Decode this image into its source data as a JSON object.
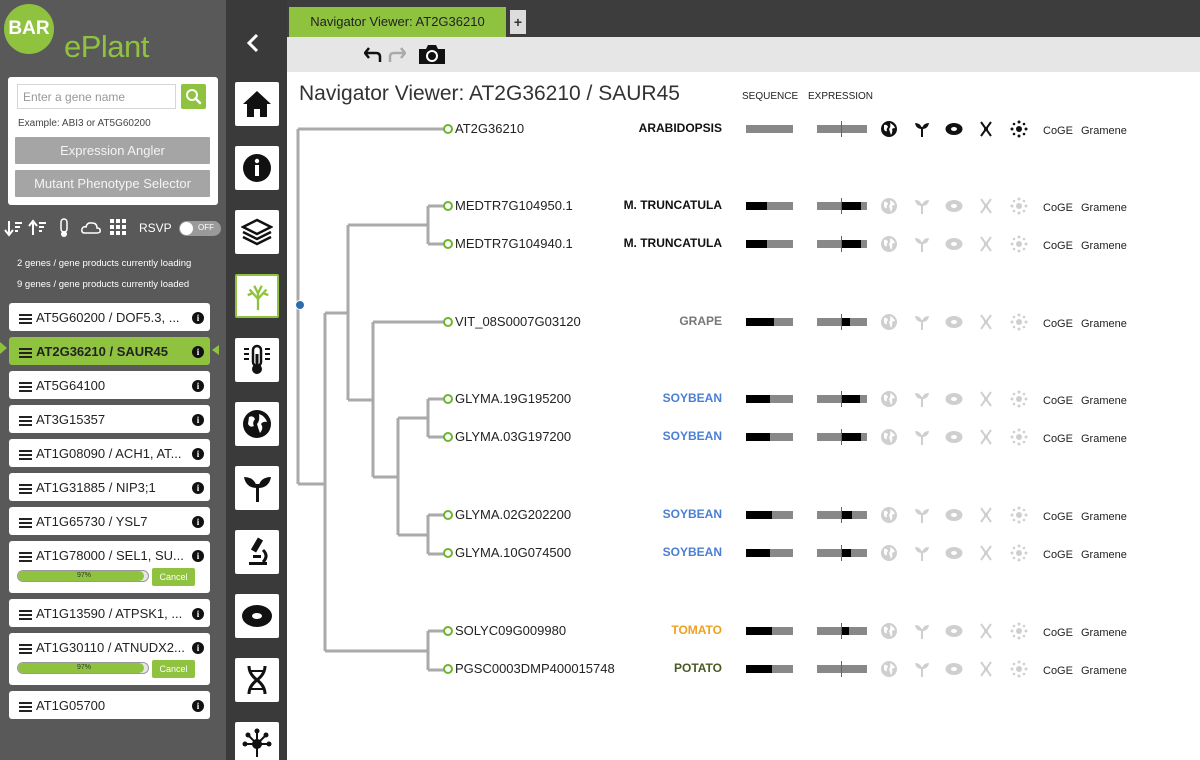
{
  "app": {
    "logo_short": "BAR",
    "logo_name": "ePlant"
  },
  "search": {
    "placeholder": "Enter a gene name",
    "example": "Example: ABI3 or AT5G60200"
  },
  "tools": {
    "expression_angler": "Expression Angler",
    "mutant_selector": "Mutant Phenotype Selector"
  },
  "toggles": {
    "rsvp_label": "RSVP",
    "rsvp_state": "OFF"
  },
  "status": {
    "loading": "2 genes / gene products currently loading",
    "loaded": "9 genes / gene products currently loaded"
  },
  "genes": [
    {
      "label": "AT5G60200 / DOF5.3, ..."
    },
    {
      "label": "AT2G36210 / SAUR45",
      "active": true
    },
    {
      "label": "AT5G64100"
    },
    {
      "label": "AT3G15357"
    },
    {
      "label": "AT1G08090 / ACH1, AT..."
    },
    {
      "label": "AT1G31885 / NIP3;1"
    },
    {
      "label": "AT1G65730 / YSL7"
    },
    {
      "label": "AT1G78000 / SEL1, SU...",
      "progress": 0.97,
      "progress_label": "97%",
      "cancel": "Cancel"
    },
    {
      "label": "AT1G13590 / ATPSK1, ..."
    },
    {
      "label": "AT1G30110 / ATNUDX2...",
      "progress": 0.97,
      "progress_label": "97%",
      "cancel": "Cancel"
    },
    {
      "label": "AT1G05700"
    }
  ],
  "views": [
    "home-icon",
    "info-icon",
    "layers-icon",
    "navigator-tree-icon",
    "heatmap-icon",
    "world-icon",
    "plant-icon",
    "microscope-icon",
    "cell-icon",
    "dna-icon",
    "network-icon"
  ],
  "tab": {
    "label": "Navigator Viewer: AT2G36210",
    "add": "+"
  },
  "viewer": {
    "title": "Navigator Viewer: AT2G36210 / SAUR45",
    "col_sequence": "SEQUENCE",
    "col_expression": "EXPRESSION",
    "link_coge": "CoGE",
    "link_gramene": "Gramene",
    "rows": [
      {
        "gene": "AT2G36210",
        "species": "ARABIDOPSIS",
        "species_color": "#111111",
        "seq_fill": 0.0,
        "expr_dark_start": 0.48,
        "expr_dark_end": 0.48,
        "icons_active": true
      },
      {
        "gene": "MEDTR7G104950.1",
        "species": "M. TRUNCATULA",
        "species_color": "#111111",
        "seq_fill": 0.45,
        "expr_dark_start": 0.48,
        "expr_dark_end": 0.88,
        "icons_active": false
      },
      {
        "gene": "MEDTR7G104940.1",
        "species": "M. TRUNCATULA",
        "species_color": "#111111",
        "seq_fill": 0.45,
        "expr_dark_start": 0.48,
        "expr_dark_end": 0.88,
        "icons_active": false
      },
      {
        "gene": "VIT_08S0007G03120",
        "species": "GRAPE",
        "species_color": "#777777",
        "seq_fill": 0.6,
        "expr_dark_start": 0.48,
        "expr_dark_end": 0.66,
        "icons_active": false
      },
      {
        "gene": "GLYMA.19G195200",
        "species": "SOYBEAN",
        "species_color": "#4a7fd4",
        "seq_fill": 0.5,
        "expr_dark_start": 0.48,
        "expr_dark_end": 0.86,
        "icons_active": false
      },
      {
        "gene": "GLYMA.03G197200",
        "species": "SOYBEAN",
        "species_color": "#4a7fd4",
        "seq_fill": 0.5,
        "expr_dark_start": 0.48,
        "expr_dark_end": 0.88,
        "icons_active": false
      },
      {
        "gene": "GLYMA.02G202200",
        "species": "SOYBEAN",
        "species_color": "#4a7fd4",
        "seq_fill": 0.55,
        "expr_dark_start": 0.48,
        "expr_dark_end": 0.7,
        "icons_active": false
      },
      {
        "gene": "GLYMA.10G074500",
        "species": "SOYBEAN",
        "species_color": "#4a7fd4",
        "seq_fill": 0.5,
        "expr_dark_start": 0.48,
        "expr_dark_end": 0.68,
        "icons_active": false
      },
      {
        "gene": "SOLYC09G009980",
        "species": "TOMATO",
        "species_color": "#f0a020",
        "seq_fill": 0.55,
        "expr_dark_start": 0.48,
        "expr_dark_end": 0.64,
        "icons_active": false
      },
      {
        "gene": "PGSC0003DMP400015748",
        "species": "POTATO",
        "species_color": "#4a5a24",
        "seq_fill": 0.55,
        "expr_dark_start": 0.48,
        "expr_dark_end": 0.48,
        "icons_active": false
      }
    ]
  },
  "colors": {
    "brand_green": "#8fc33f",
    "sidebar_bg": "#595959",
    "icon_column_bg": "#3a3a3a"
  }
}
